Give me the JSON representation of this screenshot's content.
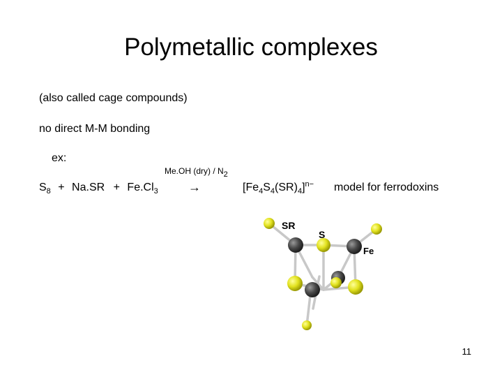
{
  "slide": {
    "title": "Polymetallic complexes",
    "subtitle": "(also called cage compounds)",
    "bullet": "no direct M-M bonding",
    "example_label": "ex:",
    "page_number": "11"
  },
  "reaction": {
    "reactants": [
      {
        "base": "S",
        "sub": "8"
      },
      {
        "plus": "+"
      },
      {
        "text": "Na.SR"
      },
      {
        "plus": "+"
      },
      {
        "base": "Fe.Cl",
        "sub": "3"
      }
    ],
    "conditions_text": "Me.OH (dry) / N",
    "conditions_sub": "2",
    "arrow": "→",
    "product": {
      "p1": "[Fe",
      "s1": "4",
      "p2": "S",
      "s2": "4",
      "p3": "(SR)",
      "s3": "4",
      "p4": "]",
      "sup": "n−"
    },
    "model_label": "model for ferrodoxins"
  },
  "molecule_labels": {
    "sr": "SR",
    "s": "S",
    "fe": "Fe"
  },
  "colors": {
    "sulfur": "#e2e21f",
    "iron": "#4a4a4a",
    "bond": "#c8c8c8"
  }
}
